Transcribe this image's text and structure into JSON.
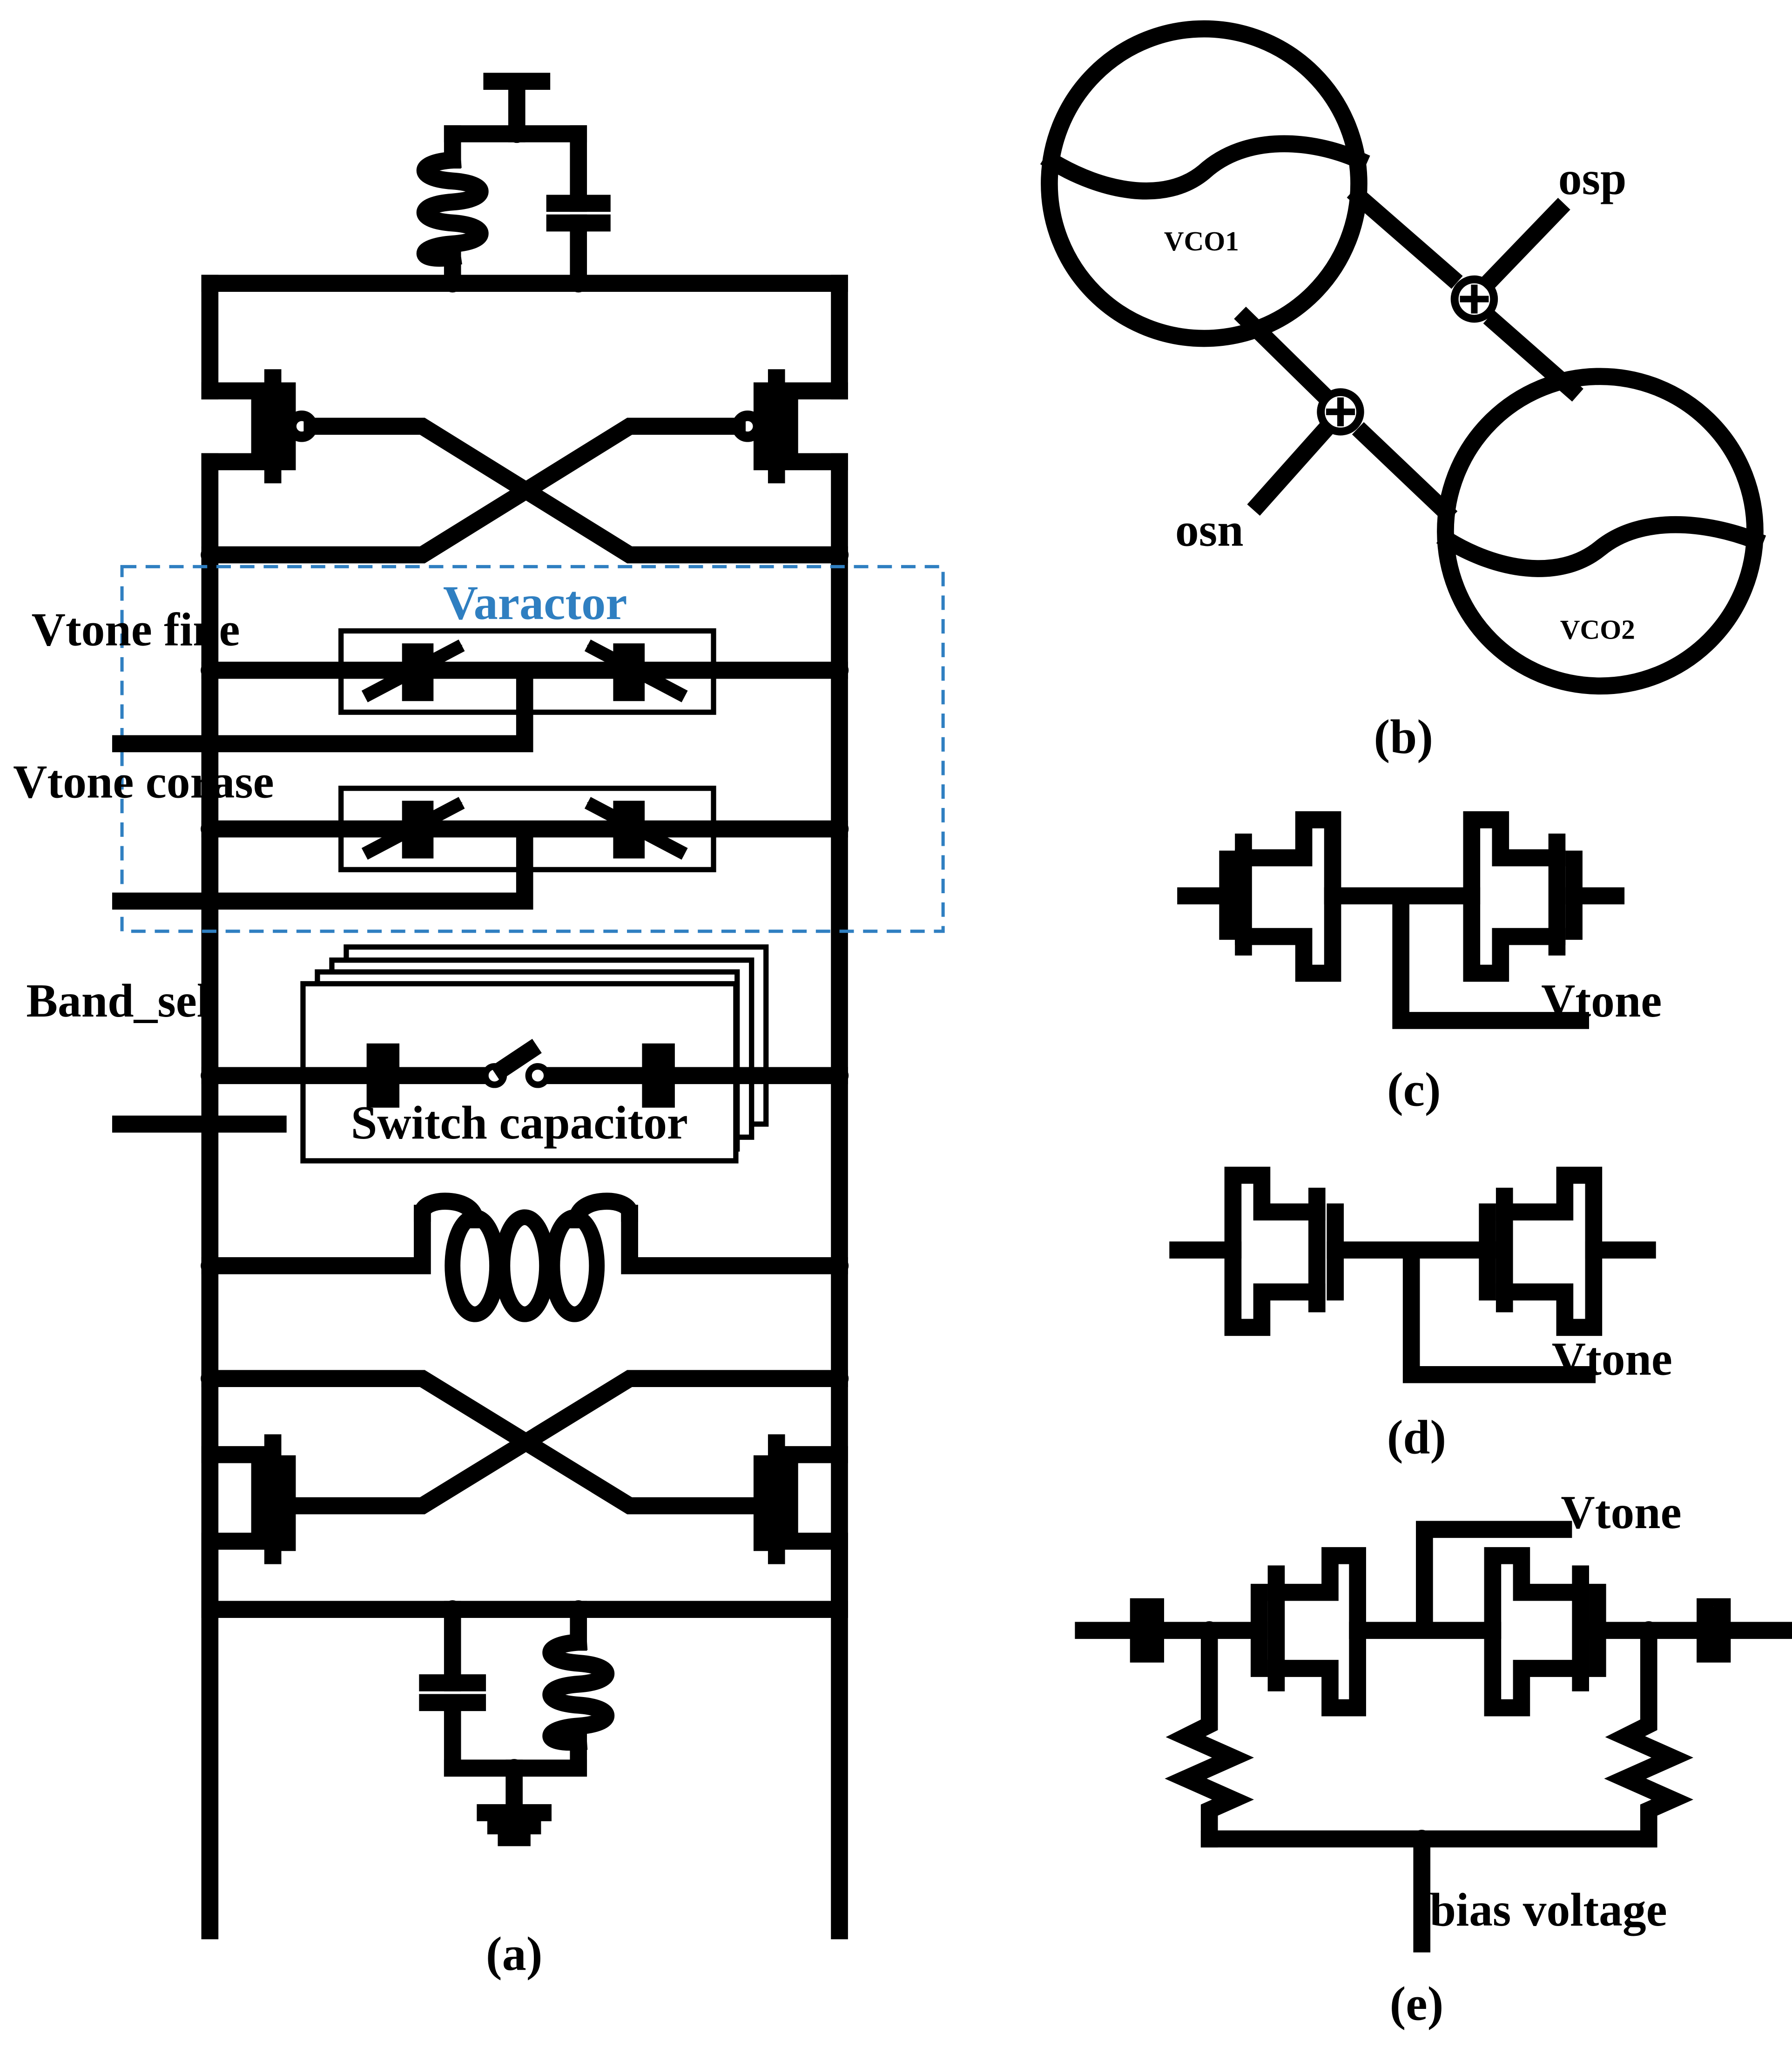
{
  "panels": {
    "a": {
      "caption": "(a)",
      "varactor_label": "Varactor",
      "vtone_fine_label": "Vtone fine",
      "vtone_coarse_label": "Vtone corase",
      "band_sel_label": "Band_sel",
      "switch_capacitor_label": "Switch capacitor"
    },
    "b": {
      "caption": "(b)",
      "vco1_label": "VCO1",
      "vco2_label": "VCO2",
      "osp_label": "osp",
      "osn_label": "osn"
    },
    "c": {
      "caption": "(c)",
      "vtone_label": "Vtone"
    },
    "d": {
      "caption": "(d)",
      "vtone_label": "Vtone"
    },
    "e": {
      "caption": "(e)",
      "vtone_label": "Vtone",
      "bias_label": "bias voltage"
    }
  },
  "colors": {
    "ink": "#000000",
    "varactor_box": "#2f7fc1",
    "varactor_text": "#2f7fc1"
  }
}
